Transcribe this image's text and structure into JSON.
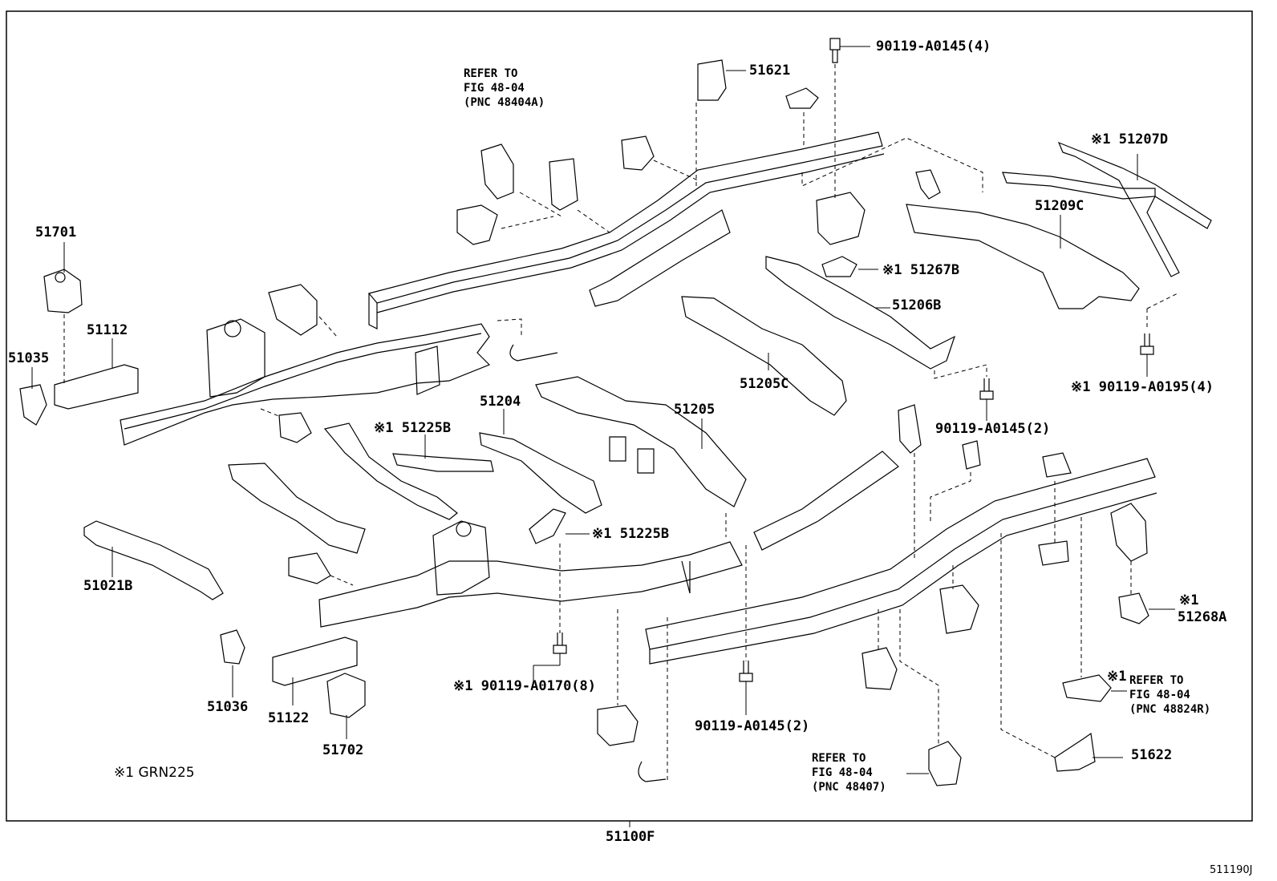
{
  "border_color": "#000000",
  "labels": {
    "p90119_a0145_4": "90119-A0145(4)",
    "p51621": "51621",
    "ref_48404a": "REFER TO\nFIG 48-04\n(PNC 48404A)",
    "p51207d": "※1 51207D",
    "p51209c": "51209C",
    "p51701": "51701",
    "p51267b": "※1 51267B",
    "p51206b": "51206B",
    "p51112": "51112",
    "p51035": "51035",
    "p51205c": "51205C",
    "p90119_a0195_4": "※1 90119-A0195(4)",
    "p51204": "51204",
    "p51225b_a": "※1 51225B",
    "p51205": "51205",
    "p90119_a0145_2a": "90119-A0145(2)",
    "p51225b_b": "※1 51225B",
    "p51021b": "51021B",
    "p51268a_mark": "※1",
    "p51268a": "51268A",
    "p90119_a0170_8": "※1 90119-A0170(8)",
    "p51036": "51036",
    "p51122": "51122",
    "p51702": "51702",
    "p90119_a0145_2b": "90119-A0145(2)",
    "ref_48824r_mark": "※1",
    "ref_48824r": "REFER TO\nFIG 48-04\n(PNC 48824R)",
    "ref_48407": "REFER TO\nFIG 48-04\n(PNC 48407)",
    "p51622": "51622",
    "note_grn225": "※1 GRN225",
    "p51100f": "51100F",
    "fig_code": "511190J"
  }
}
